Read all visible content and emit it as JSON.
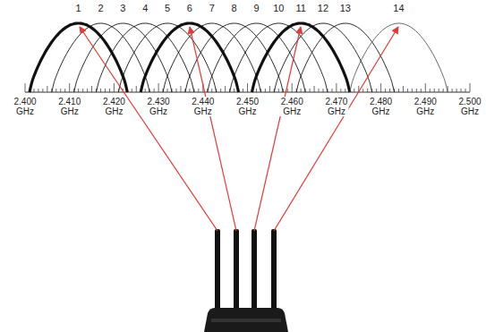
{
  "diagram": {
    "labels": [
      "1",
      "2",
      "3",
      "4",
      "5",
      "6",
      "7",
      "8",
      "9",
      "10",
      "11",
      "12",
      "13",
      "14",
      "2.400 GHz",
      "2.410 GHz",
      "2.420 GHz",
      "2.430 GHz",
      "2.440 GHz",
      "2.450 GHz",
      "2.460 GHz",
      "2.470 GHz",
      "2.480 GHz",
      "2.490 GHz",
      "2.500 GHz"
    ]
  }
}
